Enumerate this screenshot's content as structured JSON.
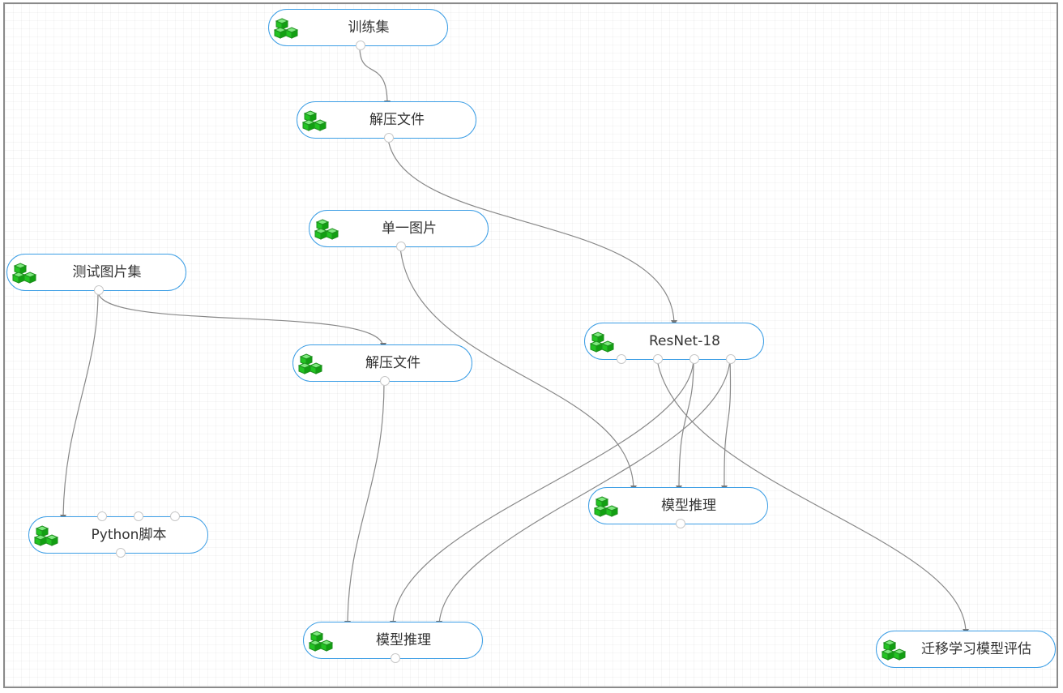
{
  "nodes": [
    {
      "id": "n1",
      "label": "训练集",
      "icon": "cubes-icon"
    },
    {
      "id": "n2",
      "label": "解压文件",
      "icon": "cubes-icon"
    },
    {
      "id": "n3",
      "label": "单一图片",
      "icon": "cubes-icon"
    },
    {
      "id": "n4",
      "label": "测试图片集",
      "icon": "cubes-icon"
    },
    {
      "id": "n5",
      "label": "ResNet-18",
      "icon": "cubes-icon"
    },
    {
      "id": "n6",
      "label": "解压文件",
      "icon": "cubes-icon"
    },
    {
      "id": "n7",
      "label": "模型推理",
      "icon": "cubes-icon"
    },
    {
      "id": "n8",
      "label": "Python脚本",
      "icon": "cubes-icon"
    },
    {
      "id": "n9",
      "label": "模型推理",
      "icon": "cubes-icon"
    },
    {
      "id": "n10",
      "label": "迁移学习模型评估",
      "icon": "cubes-icon"
    }
  ],
  "edges": [
    {
      "from": "n1",
      "to": "n2"
    },
    {
      "from": "n2",
      "to": "n5"
    },
    {
      "from": "n3",
      "to": "n7"
    },
    {
      "from": "n4",
      "to": "n6"
    },
    {
      "from": "n4",
      "to": "n8"
    },
    {
      "from": "n5",
      "to": "n7"
    },
    {
      "from": "n5",
      "to": "n7"
    },
    {
      "from": "n5",
      "to": "n9"
    },
    {
      "from": "n5",
      "to": "n9"
    },
    {
      "from": "n5",
      "to": "n10"
    },
    {
      "from": "n6",
      "to": "n9"
    }
  ],
  "colors": {
    "node_border": "#3c9ee5",
    "icon_green": "#22c322",
    "edge": "#888888"
  }
}
